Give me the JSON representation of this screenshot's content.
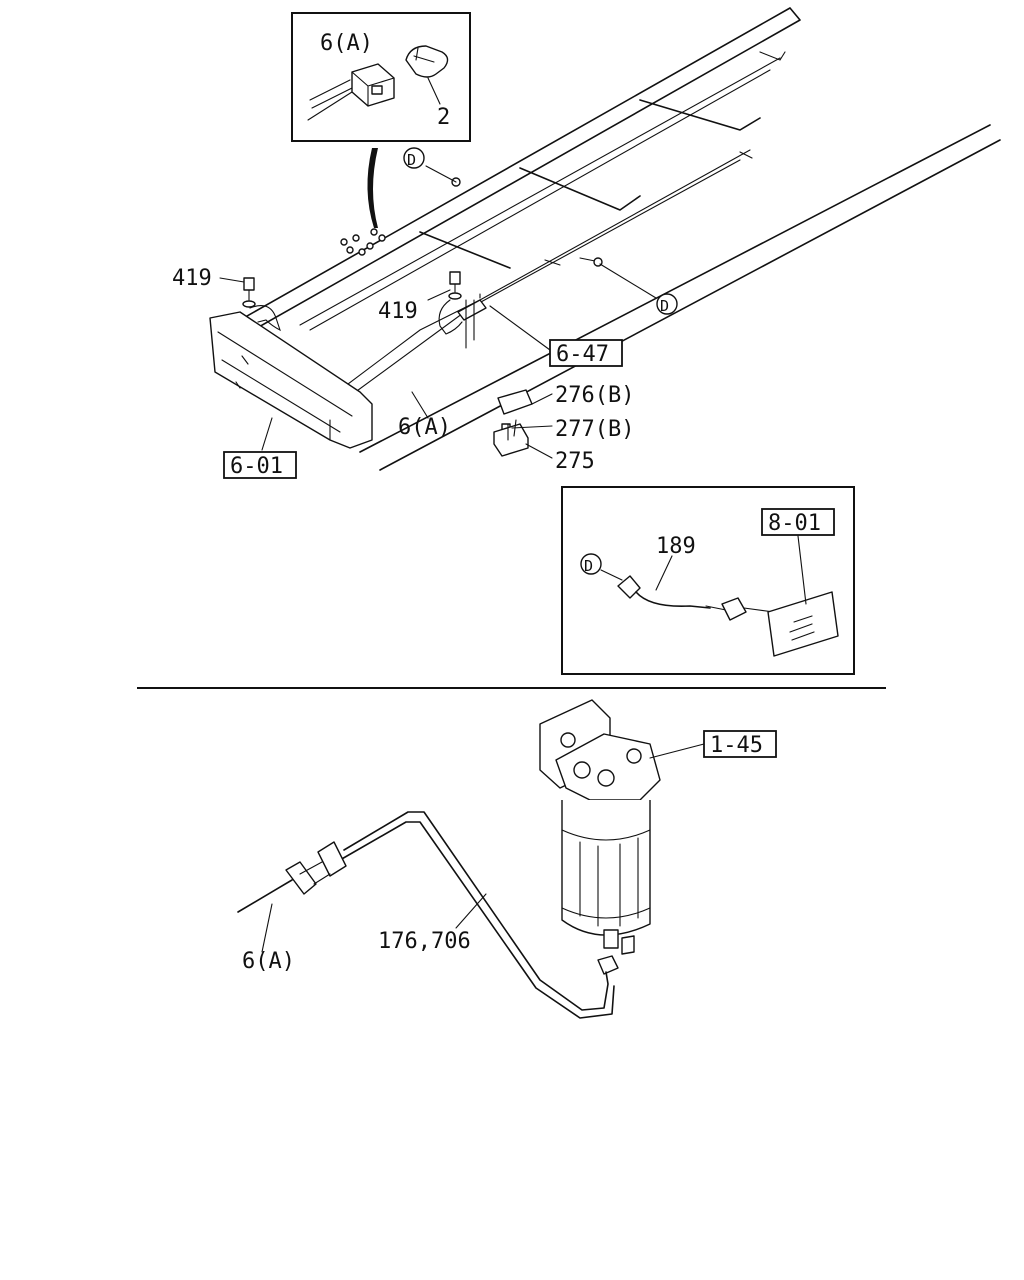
{
  "callouts": {
    "inset_connector": "6(A)",
    "inset_part": "2",
    "bolt_left": "419",
    "bolt_right": "419",
    "harness_front": "6(A)",
    "bumper_ref": "6-01",
    "ref_6_47": "6-47",
    "cover": "276(B)",
    "screw": "277(B)",
    "bracket": "275",
    "circle_d_top": "D",
    "circle_d_right": "D",
    "circle_d_inset": "D",
    "lamp_wire": "189",
    "lamp_ref": "8-01",
    "filter_ref": "1-45",
    "pipe": "176,706",
    "harness_bottom": "6(A)"
  }
}
